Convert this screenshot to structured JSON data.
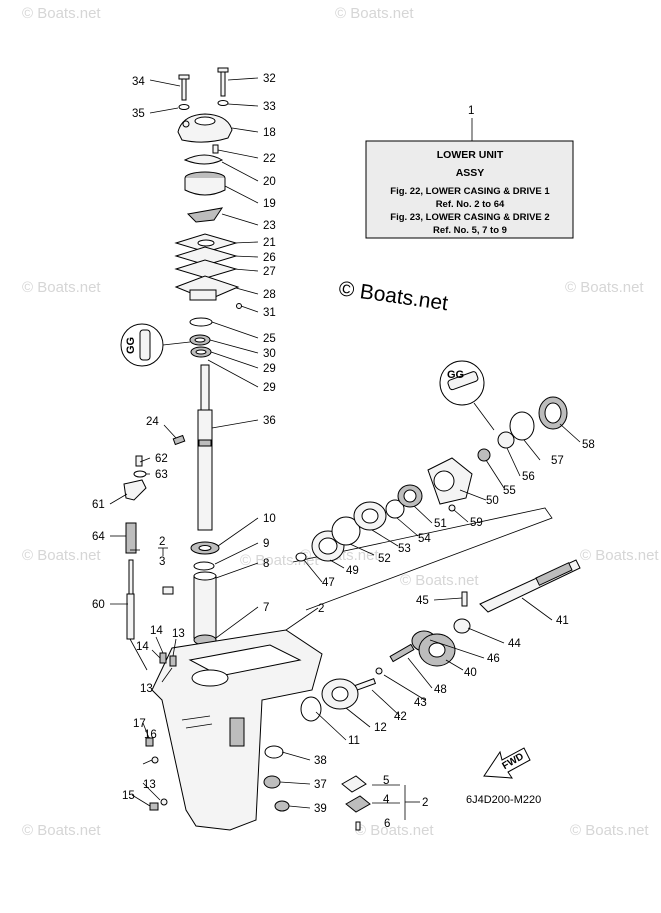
{
  "watermarks": [
    "© Boats.net",
    "© Boats.net",
    "© Boats.net",
    "© Boats.net",
    "© Boats.net",
    "© Boats.net",
    "© Boats.net",
    "© Boats.net",
    "© Boats.net",
    "© Boats.net",
    "© Boats.net",
    "© Boats.net"
  ],
  "center_watermark": "© Boats.net",
  "assy_box": {
    "ref": "1",
    "line1": "LOWER UNIT",
    "line2": "ASSY",
    "line3": "Fig. 22, LOWER CASING & DRIVE 1",
    "line4": "Ref. No. 2 to 64",
    "line5": "Fig. 23, LOWER CASING & DRIVE 2",
    "line6": "Ref. No. 5, 7 to 9"
  },
  "gg_label": "GG",
  "fwd_label": "FWD",
  "diagram_code": "6J4D200-M220",
  "part_labels": {
    "p34": "34",
    "p32": "32",
    "p35": "35",
    "p33": "33",
    "p18": "18",
    "p22": "22",
    "p20": "20",
    "p19": "19",
    "p23": "23",
    "p21": "21",
    "p26": "26",
    "p27": "27",
    "p28": "28",
    "p31": "31",
    "p25": "25",
    "p30": "30",
    "p29a": "29",
    "p29b": "29",
    "p36": "36",
    "p24": "24",
    "p62": "62",
    "p63": "63",
    "p61": "61",
    "p64": "64",
    "p10": "10",
    "p9": "9",
    "p8": "8",
    "p2a": "2",
    "p3": "3",
    "p60": "60",
    "p7": "7",
    "p2b": "2",
    "p14a": "14",
    "p13a": "13",
    "p14b": "14",
    "p13b": "13",
    "p11": "11",
    "p12": "12",
    "p17": "17",
    "p16": "16",
    "p13c": "13",
    "p15": "15",
    "p38": "38",
    "p37": "37",
    "p39": "39",
    "p5": "5",
    "p4": "4",
    "p6": "6",
    "p2c": "2",
    "p58": "58",
    "p57": "57",
    "p56": "56",
    "p55": "55",
    "p50": "50",
    "p59": "59",
    "p51": "51",
    "p54": "54",
    "p53": "53",
    "p52": "52",
    "p49": "49",
    "p47": "47",
    "p45": "45",
    "p41": "41",
    "p44": "44",
    "p46": "46",
    "p40": "40",
    "p48": "48",
    "p43": "43",
    "p42": "42"
  }
}
